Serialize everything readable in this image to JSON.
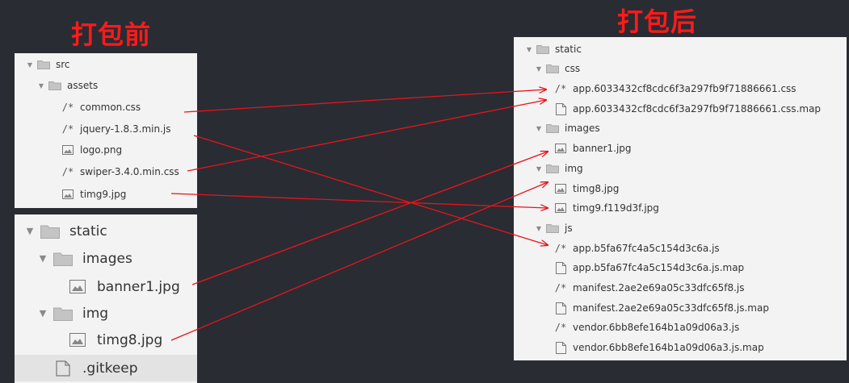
{
  "headings": {
    "before": "打包前",
    "after": "打包后"
  },
  "colors": {
    "background": "#292c33",
    "heading": "#ff1a1a",
    "panel": "#f3f3f3",
    "connector": "#e8141a"
  },
  "before_src": {
    "items": [
      {
        "label": "src",
        "type": "folder",
        "icon": "folder-icon"
      },
      {
        "label": "assets",
        "type": "folder",
        "icon": "folder-icon"
      },
      {
        "label": "common.css",
        "type": "code",
        "icon": "code-comment-icon"
      },
      {
        "label": "jquery-1.8.3.min.js",
        "type": "code",
        "icon": "code-comment-icon"
      },
      {
        "label": "logo.png",
        "type": "image",
        "icon": "image-icon"
      },
      {
        "label": "swiper-3.4.0.min.css",
        "type": "code",
        "icon": "code-comment-icon"
      },
      {
        "label": "timg9.jpg",
        "type": "image",
        "icon": "image-icon"
      }
    ]
  },
  "before_static": {
    "items": [
      {
        "label": "static",
        "type": "folder",
        "icon": "folder-icon"
      },
      {
        "label": "images",
        "type": "folder",
        "icon": "folder-icon"
      },
      {
        "label": "banner1.jpg",
        "type": "image",
        "icon": "image-icon"
      },
      {
        "label": "img",
        "type": "folder",
        "icon": "folder-icon"
      },
      {
        "label": "timg8.jpg",
        "type": "image",
        "icon": "image-icon"
      },
      {
        "label": ".gitkeep",
        "type": "file",
        "icon": "file-icon"
      }
    ]
  },
  "after_static": {
    "items": [
      {
        "label": "static",
        "type": "folder",
        "icon": "folder-icon"
      },
      {
        "label": "css",
        "type": "folder",
        "icon": "folder-icon"
      },
      {
        "label": "app.6033432cf8cdc6f3a297fb9f71886661.css",
        "type": "code",
        "icon": "code-comment-icon"
      },
      {
        "label": "app.6033432cf8cdc6f3a297fb9f71886661.css.map",
        "type": "file",
        "icon": "file-icon"
      },
      {
        "label": "images",
        "type": "folder",
        "icon": "folder-icon"
      },
      {
        "label": "banner1.jpg",
        "type": "image",
        "icon": "image-icon"
      },
      {
        "label": "img",
        "type": "folder",
        "icon": "folder-icon"
      },
      {
        "label": "timg8.jpg",
        "type": "image",
        "icon": "image-icon"
      },
      {
        "label": "timg9.f119d3f.jpg",
        "type": "image",
        "icon": "image-icon"
      },
      {
        "label": "js",
        "type": "folder",
        "icon": "folder-icon"
      },
      {
        "label": "app.b5fa67fc4a5c154d3c6a.js",
        "type": "code",
        "icon": "code-comment-icon"
      },
      {
        "label": "app.b5fa67fc4a5c154d3c6a.js.map",
        "type": "file",
        "icon": "file-icon"
      },
      {
        "label": "manifest.2ae2e69a05c33dfc65f8.js",
        "type": "code",
        "icon": "code-comment-icon"
      },
      {
        "label": "manifest.2ae2e69a05c33dfc65f8.js.map",
        "type": "file",
        "icon": "file-icon"
      },
      {
        "label": "vendor.6bb8efe164b1a09d06a3.js",
        "type": "code",
        "icon": "code-comment-icon"
      },
      {
        "label": "vendor.6bb8efe164b1a09d06a3.js.map",
        "type": "file",
        "icon": "file-icon"
      }
    ]
  }
}
